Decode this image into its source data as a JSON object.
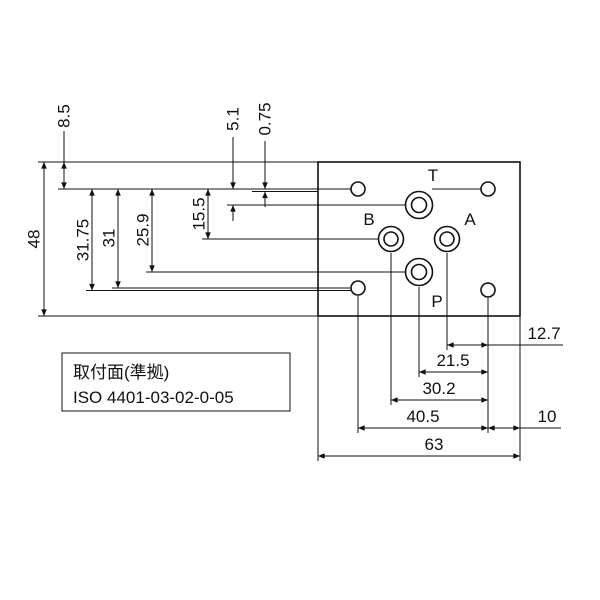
{
  "ports": {
    "t": "T",
    "a": "A",
    "b": "B",
    "p": "P"
  },
  "dims": {
    "plate_height": "48",
    "edge_to_holes": "8.5",
    "holes_span_b": "31.75",
    "holes_span": "31",
    "to_port_p": "25.9",
    "to_ports_ab": "15.5",
    "to_port_t": "5.1",
    "hole_offset": "0.75",
    "a_to_hole": "12.7",
    "pt_to_hole": "21.5",
    "b_to_hole": "30.2",
    "holes_width": "40.5",
    "hole_to_edge": "10",
    "plate_width": "63"
  },
  "note": {
    "line1": "取付面(準拠)",
    "line2": "ISO 4401-03-02-0-05"
  },
  "colors": {
    "line": "#111111",
    "background": "#ffffff"
  }
}
